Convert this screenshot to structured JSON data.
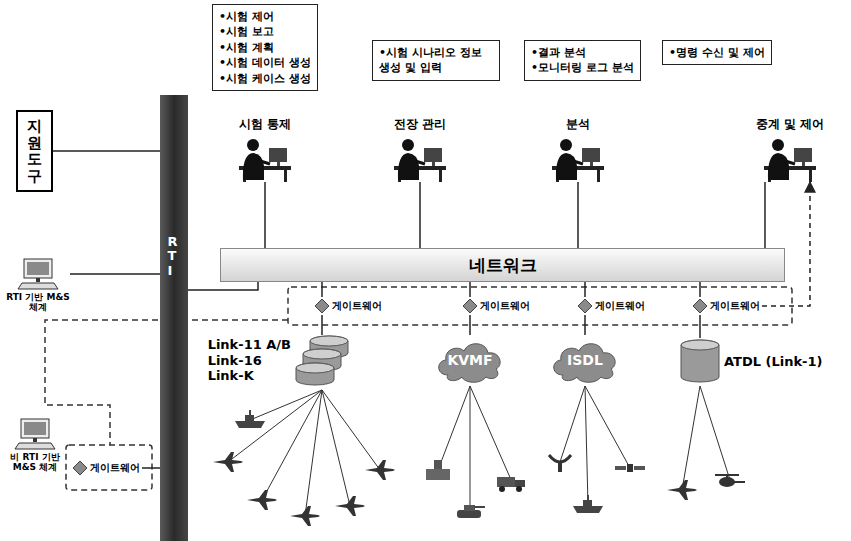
{
  "diagram": {
    "nodes": [
      {
        "text": [
          "•시험 제어",
          "•시험 보고",
          "•시험 계획",
          "•시험 데이터 생성",
          "•시험 케이스 생성"
        ]
      },
      {
        "text": [
          "•시험 시나리오 정보 생성 및 입력"
        ]
      },
      {
        "text": [
          "•결과 분석",
          "•모니터링 로그 분석"
        ]
      },
      {
        "text": [
          "•명령 수신 및 제어"
        ]
      },
      {
        "text": [
          "지원도구"
        ]
      },
      {
        "text": [
          "시험 통제"
        ]
      },
      {
        "text": [
          "전장 관리"
        ]
      },
      {
        "text": [
          "분석"
        ]
      },
      {
        "text": [
          "중계 및 제어"
        ]
      },
      {
        "text": [
          "RTI"
        ]
      },
      {
        "text": [
          "네트워크"
        ]
      },
      {
        "text": [
          "RTI 기반 M&S 체계"
        ]
      },
      {
        "text": [
          "게이트웨어"
        ]
      },
      {
        "text": [
          "게이트웨어"
        ]
      },
      {
        "text": [
          "게이트웨어"
        ]
      },
      {
        "text": [
          "게이트웨어"
        ]
      },
      {
        "text": [
          "Link-11 A/B",
          "Link-16",
          "Link-K"
        ]
      },
      {
        "text": [
          "KVMF"
        ]
      },
      {
        "text": [
          "ISDL"
        ]
      },
      {
        "text": [
          "ATDL (Link-1)"
        ]
      },
      {
        "text": [
          "비 RTI 기반 M&S 체계"
        ]
      },
      {
        "text": [
          "게이트웨어"
        ]
      }
    ],
    "edges": [
      {
        "from": 5,
        "to": 10,
        "arrow": "none"
      },
      {
        "from": 6,
        "to": 10,
        "arrow": "none"
      },
      {
        "from": 7,
        "to": 10,
        "arrow": "none"
      },
      {
        "from": 8,
        "to": 10,
        "arrow": "none"
      },
      {
        "from": 10,
        "to": 12,
        "arrow": "none"
      },
      {
        "from": 10,
        "to": 13,
        "arrow": "none"
      },
      {
        "from": 10,
        "to": 14,
        "arrow": "none"
      },
      {
        "from": 10,
        "to": 15,
        "arrow": "none"
      },
      {
        "from": 12,
        "to": 16,
        "arrow": "none"
      },
      {
        "from": 13,
        "to": 17,
        "arrow": "none"
      },
      {
        "from": 14,
        "to": 18,
        "arrow": "none"
      },
      {
        "from": 15,
        "to": 19,
        "arrow": "none"
      },
      {
        "from": 15,
        "to": 8,
        "arrow": "to"
      },
      {
        "from": 4,
        "to": 9,
        "arrow": "none"
      },
      {
        "from": 11,
        "to": 9,
        "arrow": "none"
      },
      {
        "from": 9,
        "to": 10,
        "arrow": "none"
      },
      {
        "from": 21,
        "to": 9,
        "arrow": "none"
      }
    ]
  }
}
